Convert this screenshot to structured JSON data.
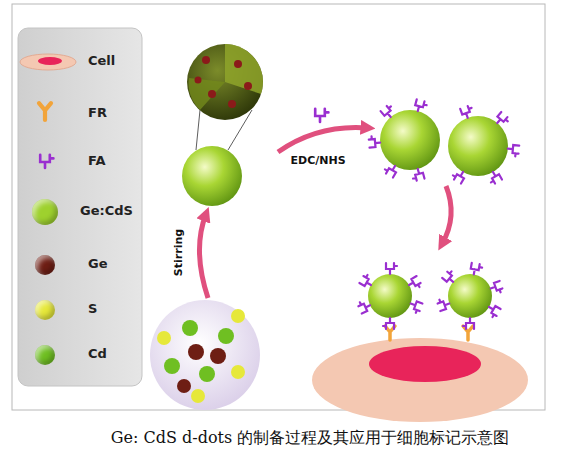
{
  "diagram": {
    "caption": "Ge: CdS d-dots 的制备过程及其应用于细胞标记示意图",
    "labels": [
      "Stirring",
      "EDC/NHS"
    ],
    "legend": [
      {
        "text": "Cell"
      },
      {
        "text": "FR"
      },
      {
        "text": "FA"
      },
      {
        "text": "Ge:CdS",
        "color": "#9ed12e"
      },
      {
        "text": "Ge",
        "color": "#6e1e14"
      },
      {
        "text": "S",
        "color": "#e6e83a"
      },
      {
        "text": "Cd",
        "color": "#6fbf22"
      }
    ]
  }
}
